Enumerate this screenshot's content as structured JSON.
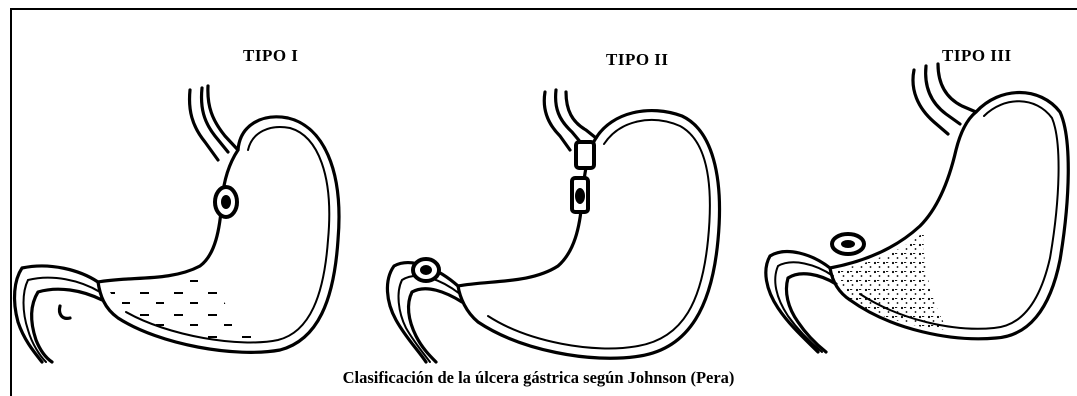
{
  "types": [
    {
      "label": "TIPO I"
    },
    {
      "label": "TIPO II"
    },
    {
      "label": "TIPO III"
    }
  ],
  "caption": "Clasificación de la úlcera gástrica según Johnson (Pera)"
}
